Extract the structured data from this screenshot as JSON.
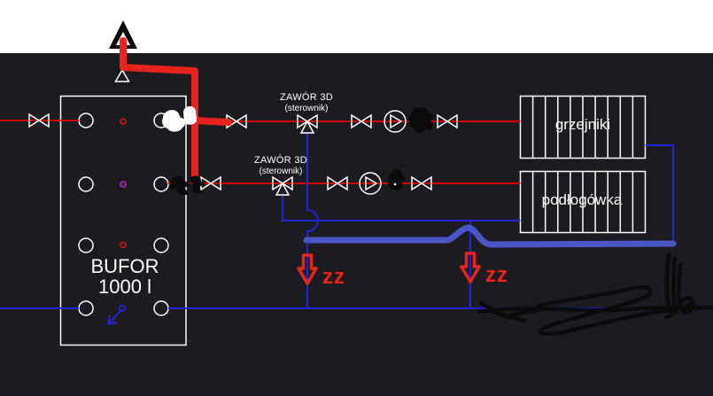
{
  "colors": {
    "background": "#1c1c20",
    "top_strip": "#ffffff",
    "diagram_line": "#ffffff",
    "text": "#ffffff",
    "pipe_hot": "#d40000",
    "pipe_cold": "#2323d8",
    "marker_red": "#e8231d",
    "marker_blue": "#4a55c8",
    "marker_black": "#0b0b0b",
    "marker_white": "#ffffff",
    "dot_red": "#e01010",
    "dot_magenta": "#c41fc4",
    "dot_blue": "#2323d8"
  },
  "buffer": {
    "title": "BUFOR",
    "capacity": "1000 l"
  },
  "circuit_top": {
    "valve_label": "ZAWÓR 3D",
    "valve_sublabel": "(sterownik)",
    "radiator_label": "grzejniki"
  },
  "circuit_bottom": {
    "valve_label": "ZAWÓR 3D",
    "valve_sublabel": "(sterownik)",
    "radiator_label": "podłogówka"
  },
  "annotations": {
    "zz_left": "zz",
    "zz_right": "zz"
  }
}
